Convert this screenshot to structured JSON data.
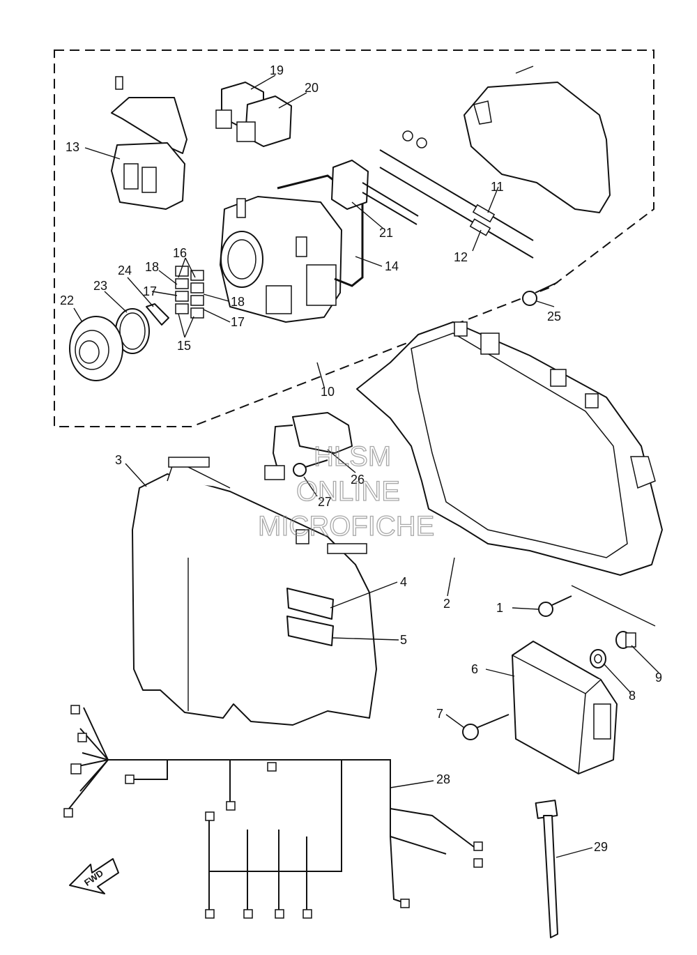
{
  "callouts": {
    "c1": "1",
    "c2": "2",
    "c3": "3",
    "c4": "4",
    "c5": "5",
    "c6": "6",
    "c7": "7",
    "c8": "8",
    "c9": "9",
    "c10": "10",
    "c11": "11",
    "c12": "12",
    "c13": "13",
    "c14": "14",
    "c15": "15",
    "c16": "16",
    "c17a": "17",
    "c17b": "17",
    "c18a": "18",
    "c18b": "18",
    "c19": "19",
    "c20": "20",
    "c21": "21",
    "c22": "22",
    "c23": "23",
    "c24": "24",
    "c25": "25",
    "c26": "26",
    "c27": "27",
    "c28": "28",
    "c29": "29"
  },
  "fwd_label": "FWD",
  "watermark": {
    "line1": "HLSM",
    "line2": "ONLINE",
    "line3": "MICROFICHE"
  }
}
